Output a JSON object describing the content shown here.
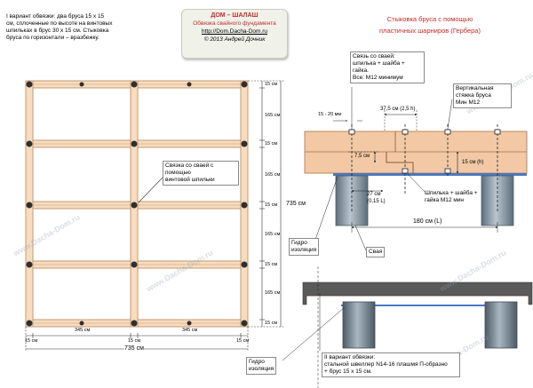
{
  "variant1_note": {
    "line1": "I вариант обвязки: два бруса 15 х 15",
    "line2": "см, сплоченные по высоте на винтовых",
    "line3": "шпильках в брус 30 х 15 см. Стыковка",
    "line4": "бруса по горизонтали – вразбежку."
  },
  "title": {
    "line1": "ДОМ – ШАЛАШ",
    "line2": "Обвязка свайного фундамента",
    "url": "http://Dom.Dacha-Dom.ru",
    "copyright": "© 2013 Андрей Дочник"
  },
  "header_right": {
    "line1": "Стыковка бруса с помощью",
    "line2": "пластичных шарниров (Гербера)"
  },
  "plan": {
    "right_dims": [
      "15 см",
      "165 см",
      "15 см",
      "165 см",
      "15 см",
      "165 см",
      "15 см",
      "165 см",
      "15 см"
    ],
    "total_height": "735 см",
    "bottom_dims": [
      "15 см",
      "345 см",
      "15 см",
      "345 см",
      "15 см"
    ],
    "total_width": "735 см",
    "pile_note": {
      "line1": "Связка со сваей с",
      "line2": "помощью",
      "line3": "винтовой шпильки"
    }
  },
  "joint": {
    "note_top": {
      "line1": "Связь со сваей:",
      "line2": "шпилька + шайба +",
      "line3": "гайка.",
      "line4": "Все: М12 минимум"
    },
    "note_vertical": {
      "line1": "Вертикальная",
      "line2": "стяжка бруса",
      "line3": "Мин М12"
    },
    "dim_15_20": "15 - 20 мм",
    "dim_375": "37,5 см (2,5 h)",
    "dim_75": "7,5 см",
    "dim_15h": "15 см (h)",
    "dim_27_a": "27 см",
    "dim_27_b": "(0,15 L)",
    "stud_note": {
      "line1": "Шпилька + шайба +",
      "line2": "гайка М12 мин"
    },
    "dim_180": "180 см (L)",
    "hydro": {
      "line1": "Гидро",
      "line2": "изоляция"
    },
    "pile_label": "Свая"
  },
  "variant2": {
    "hydro": {
      "line1": "Гидро",
      "line2": "изоляция"
    },
    "note": {
      "line1": "II вариант обвязки:",
      "line2": "стальной швеллер N14-16 плашмя П-образно",
      "line3": "+ брус 15 х 15 см."
    }
  },
  "colors": {
    "beam_fill": "#f7dcc0",
    "beam_stroke": "#c49a70",
    "wood_fill": "#f2c9a4",
    "wood_stroke": "#b8885f",
    "pile_fill": "#8fa0ad",
    "header_red": "#c42a2a",
    "steel_channel": "#5a5a5a"
  },
  "watermarks": [
    "www.Dacha-Dom.ru",
    "www.Dacha-Dom.ru",
    "www.Dacha-Dom.ru",
    "www.Dacha-Dom.ru",
    "www.Dacha-Dom.ru"
  ]
}
